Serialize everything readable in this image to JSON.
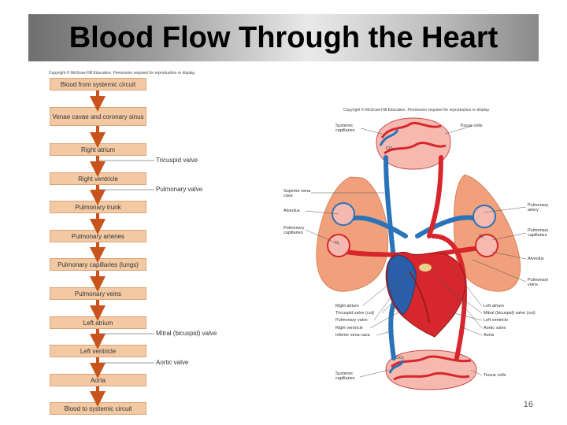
{
  "slide": {
    "title": "Blood Flow Through the Heart",
    "page_number": "16"
  },
  "flowchart": {
    "copyright": "Copyright © McGraw-Hill Education. Permission required for reproduction or display.",
    "steps": [
      "Blood from systemic circuit",
      "Venae cavae and coronary sinus",
      "Right atrium",
      "Right ventricle",
      "Pulmonary trunk",
      "Pulmonary arteries",
      "Pulmonary capillaries (lungs)",
      "Pulmonary veins",
      "Left atrium",
      "Left ventricle",
      "Aorta",
      "Blood to systemic circuit"
    ],
    "valves": {
      "tricuspid": "Tricuspid valve",
      "pulmonary": "Pulmonary valve",
      "mitral": "Mitral (bicuspid) valve",
      "aortic": "Aortic valve"
    }
  },
  "diagram": {
    "copyright": "Copyright © McGraw-Hill Education. Permission required for reproduction or display.",
    "labels": {
      "systemic_capillaries_top": "Systemic capillaries",
      "tissue_cells_top": "Tissue cells",
      "superior_vena_cava": "Superior vena cava",
      "alveolus_left": "Alveolus",
      "pulmonary_capillaries_left": "Pulmonary capillaries",
      "pulmonary_artery": "Pulmonary artery",
      "pulmonary_capillaries_right": "Pulmonary capillaries",
      "alveolus_right": "Alveolus",
      "pulmonary_veins": "Pulmonary veins",
      "right_atrium": "Right atrium",
      "tricuspid_valve": "Tricuspid valve (cut)",
      "pulmonary_valve": "Pulmonary valve",
      "right_ventricle": "Right ventricle",
      "inferior_vena_cava": "Inferior vena cava",
      "left_atrium": "Left atrium",
      "mitral_valve": "Mitral (bicuspid) valve (cut)",
      "left_ventricle": "Left ventricle",
      "aortic_valve": "Aortic valve",
      "aorta": "Aorta",
      "systemic_capillaries_bottom": "Systemic capillaries",
      "tissue_cells_bottom": "Tissue cells",
      "co2": "CO₂",
      "o2": "O₂"
    }
  },
  "colors": {
    "box_fill": "#f3c9a3",
    "arrow": "#c9531c",
    "oxygenated": "#d7262c",
    "deoxygenated": "#2a73b8",
    "lung": "#f0a07a"
  }
}
